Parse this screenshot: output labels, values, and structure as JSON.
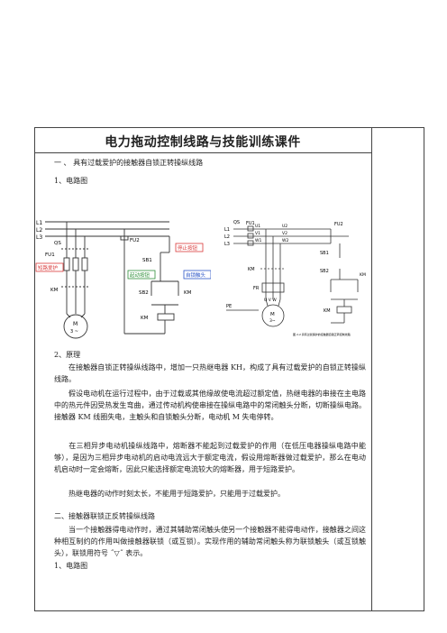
{
  "title": "电力拖动控制线路与技能训练课件",
  "section1": {
    "heading": "一 、 具有过载爱护的接触器自锁正转操纵线路",
    "sub1": "1、电路图",
    "fig_left": {
      "labels": {
        "l1": "L1",
        "l2": "L2",
        "l3": "L3",
        "qs": "QS",
        "fu1": "FU1",
        "fu2": "FU2",
        "km": "KM",
        "km_coil": "KM",
        "motor": "M",
        "motor_type": "3 ~",
        "sb1": "SB1",
        "sb2": "SB2",
        "km_aux": "KM"
      },
      "callouts": {
        "short_circuit": "短路爱护",
        "stop_button": "停止按钮",
        "start_button": "起动按钮",
        "self_lock": "自锁触头"
      },
      "colors": {
        "red": "#d93a3a",
        "blue": "#2b56c8",
        "green": "#2f8f3a"
      }
    },
    "fig_right": {
      "labels": {
        "qs": "QS",
        "fu1": "FU1",
        "fu2": "FU2",
        "l1": "L1",
        "l2": "L2",
        "l3": "L3",
        "u1": "U1",
        "v1": "V1",
        "w1": "W1",
        "u2": "U2",
        "v2": "V2",
        "w2": "W2",
        "km": "KM",
        "fr": "FR",
        "sb1": "SB1",
        "sb2": "SB2",
        "km_aux": "KM",
        "km_coil": "KM",
        "uvw": "U V W",
        "pe": "PE",
        "motor": "M",
        "motor_type": "3~",
        "caption": "图 2-2 具有过载保护的接触器自锁正转控制线路"
      }
    },
    "sub2": "2、原理",
    "p1": "在接触器自锁正转操纵线路中，增加一只热继电器 KH，构成了具有过载爱护的自锁正转操纵线路。",
    "p2": "假设电动机在运行过程中，由于过载或其他缘故使电流超过额定值，热继电器的串接在主电路中的热元件因受热发生弯曲，通过传动机构使串接在操纵电路中的常闭触头分断，切断操纵电路。接触器 KM 线圈失电，主触头和自锁触头分断，电动机 M 失电停转。",
    "p3": "在三相异步电动机操纵线路中，熔断器不能起到过载爱护的作用（在低压电器操纵电路中能够），是因为三相异步电动机的启动电流远大于额定电流，假设用熔断器做过载爱护，那么在电动机启动时一定会熔断，因此只能选择额定电流较大的熔断器，用于短路爱护。",
    "p4": "热继电器的动作时刻太长，不能用于短路爱护，只能用于过载爱护。"
  },
  "section2": {
    "heading": "二、接触器联锁正反转操纵线路",
    "p1": "当一个接触器得电动作时，通过其辅助常闭触头使另一个接触器不能得电动作，接触器之间这种相互制约的作用叫做接触器联锁（或互锁）。实现作用的辅助常闭触头称为联锁触头（或互锁触头），联锁用符号 ˝▽˝ 表示。",
    "sub1": "1、电路图"
  }
}
